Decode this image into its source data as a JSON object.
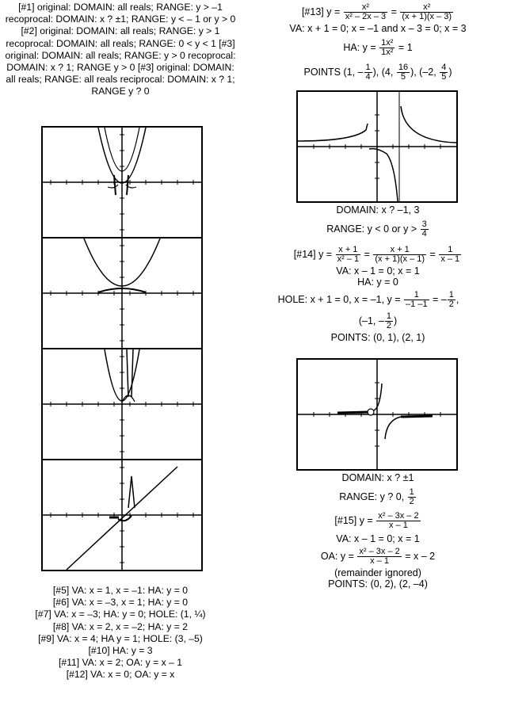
{
  "left_intro": "[#1] original: DOMAIN: all reals; RANGE: y > –1 recoprocal: DOMAIN: x ? ±1; RANGE: y < – 1 or y > 0 [#2] original: DOMAIN: all reals; RANGE: y > 1 recoprocal: DOMAIN: all reals; RANGE: 0 < y < 1 [#3] original: DOMAIN: all reals; RANGE: y > 0 recoprocal: DOMAIN: x ? 1; RANGE y > 0 [#3] original: DOMAIN: all reals; RANGE: all reals reciprocal: DOMAIN: x ? 1; RANGE y ? 0",
  "left_list": [
    "[#5] VA: x = 1, x = –1: HA: y = 0",
    "[#6] VA: x = –3, x = 1; HA: y = 0",
    "[#7] VA: x = –3; HA: y = 0; HOLE: (1, ¼)",
    "[#8] VA: x = 2, x = –2; HA: y = 2",
    "[#9] VA: x = 4; HA y = 1; HOLE: (3, –5)",
    "[#10] HA: y = 3",
    "[#11] VA: x = 2; OA: y = x – 1",
    "[#12] VA: x = 0; OA: y = x"
  ],
  "p13": {
    "label": "[#13] y =",
    "f1_num": "x²",
    "f1_den": "x² – 2x – 3",
    "eq": "=",
    "f2_num": "x²",
    "f2_den": "(x + 1)(x – 3)",
    "va": "VA: x + 1 = 0; x = –1 and x – 3 = 0; x = 3",
    "ha_label": "HA: y =",
    "ha_num": "1x²",
    "ha_den": "1x²",
    "ha_val": "= 1",
    "points_label": "POINTS (1, –",
    "pt1_num": "1",
    "pt1_den": "4",
    "pt_mid": "), (4,",
    "pt2_num": "16",
    "pt2_den": "5",
    "pt_mid2": "), (–2,",
    "pt3_num": "4",
    "pt3_den": "5",
    "pt_end": ")",
    "domain": "DOMAIN: x ? –1, 3",
    "range_label": "RANGE: y < 0 or y >",
    "range_num": "3",
    "range_den": "4"
  },
  "p14": {
    "label": "[#14] y =",
    "f1_num": "x + 1",
    "f1_den": "x² – 1",
    "f2_num": "x + 1",
    "f2_den": "(x + 1)(x – 1)",
    "f3_num": "1",
    "f3_den": "x – 1",
    "eq": "=",
    "va": "VA: x – 1 = 0; x = 1",
    "ha": "HA: y = 0",
    "hole_label": "HOLE: x + 1 = 0, x = –1, y =",
    "hole_f1_num": "1",
    "hole_f1_den": "–1 –1",
    "hole_eq": "= –",
    "hole_f2_num": "1",
    "hole_f2_den": "2",
    "hole_end": ",",
    "hole_pt_label": "(–1, –",
    "hole_pt_num": "1",
    "hole_pt_den": "2",
    "hole_pt_end": ")",
    "points": "POINTS: (0, 1), (2, 1)",
    "domain": "DOMAIN: x ? ±1",
    "range_label": "RANGE: y ? 0,",
    "range_num": "1",
    "range_den": "2"
  },
  "p15": {
    "label": "[#15] y =",
    "f1_num": "x² – 3x – 2",
    "f1_den": "x – 1",
    "va": "VA: x – 1 = 0; x = 1",
    "oa_label": "OA:  y =",
    "oa_num": "x² – 3x – 2",
    "oa_den": "x – 1",
    "oa_val": "= x – 2",
    "remainder": "(remainder ignored)",
    "points": "POINTS: (0, 2), (2, –4)"
  }
}
